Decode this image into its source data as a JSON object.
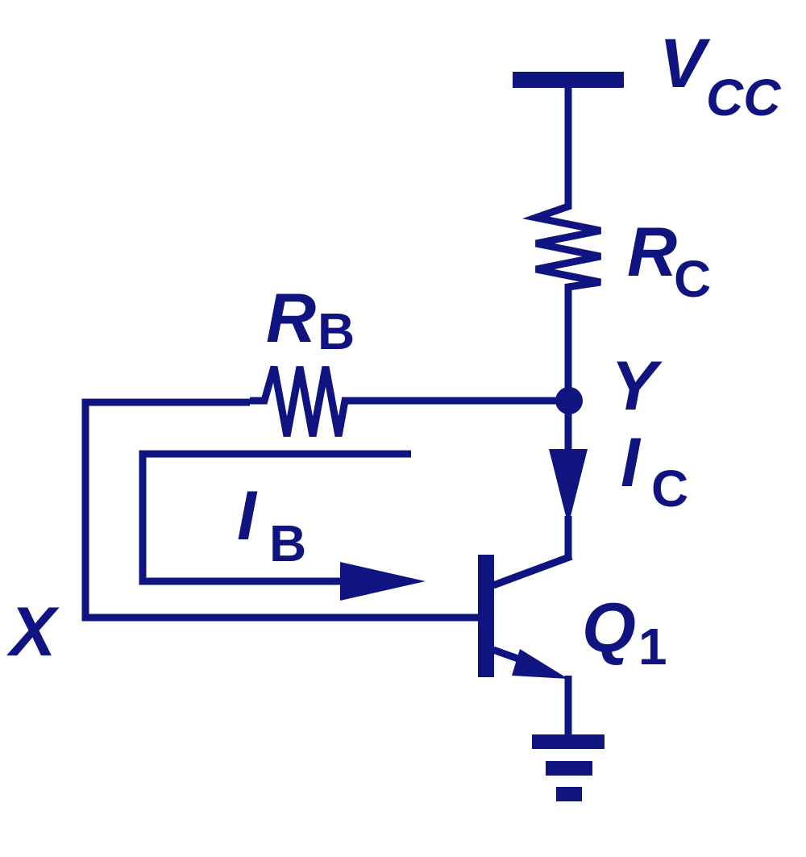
{
  "diagram": {
    "ink_color": "#0f1480",
    "background": "#ffffff",
    "labels": {
      "vcc_main": "V",
      "vcc_sub": "CC",
      "rc_main": "R",
      "rc_sub": "C",
      "rb_main": "R",
      "rb_sub": "B",
      "node_y": "Y",
      "ic_main": "I",
      "ic_sub": "C",
      "ib_main": "I",
      "ib_sub": "B",
      "node_x": "X",
      "q1_main": "Q",
      "q1_sub": "1"
    }
  }
}
